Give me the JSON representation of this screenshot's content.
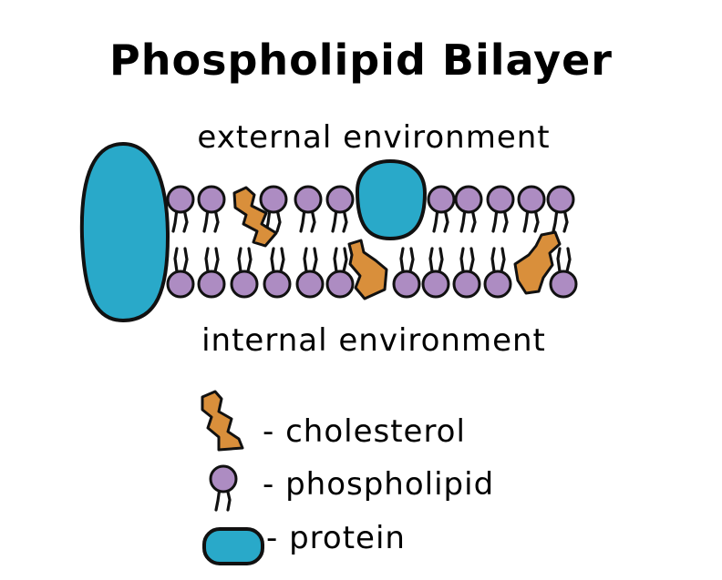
{
  "title": "Phospholipid Bilayer",
  "labels": {
    "external": "external environment",
    "internal": "internal environment"
  },
  "legend": [
    {
      "symbol": "cholesterol",
      "text": "- cholesterol"
    },
    {
      "symbol": "phospholipid",
      "text": "- phospholipid"
    },
    {
      "symbol": "protein",
      "text": "- protein"
    }
  ],
  "colors": {
    "protein": "#29a9c9",
    "phospholipid_head": "#ad8cc2",
    "cholesterol": "#d98f3b",
    "outline": "#111111"
  }
}
